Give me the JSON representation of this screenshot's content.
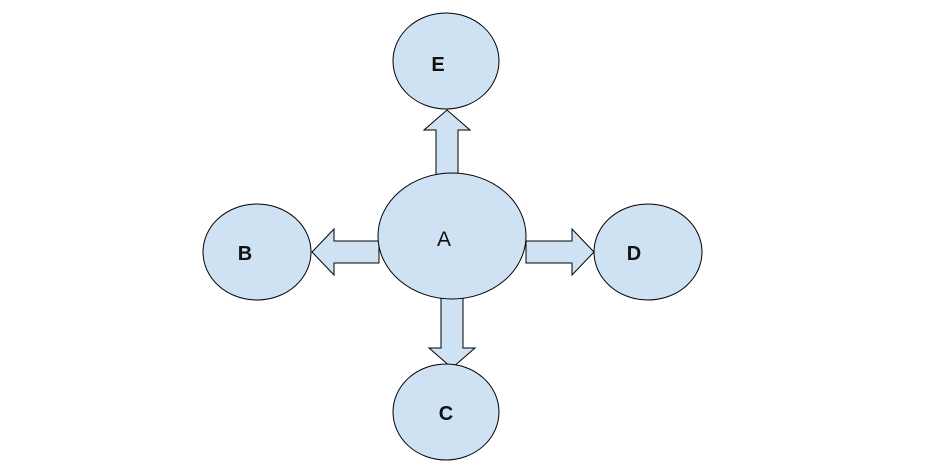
{
  "diagram": {
    "colors": {
      "node_fill": "#cfe2f3",
      "node_stroke": "#000000",
      "arrow_fill": "#cfe2f3",
      "arrow_stroke": "#000000"
    },
    "nodes": {
      "center": {
        "label": "A"
      },
      "top": {
        "label": "E"
      },
      "left": {
        "label": "B"
      },
      "right": {
        "label": "D"
      },
      "bottom": {
        "label": "C"
      }
    },
    "edges": [
      {
        "from": "A",
        "to": "E"
      },
      {
        "from": "A",
        "to": "B"
      },
      {
        "from": "A",
        "to": "D"
      },
      {
        "from": "A",
        "to": "C"
      }
    ]
  }
}
